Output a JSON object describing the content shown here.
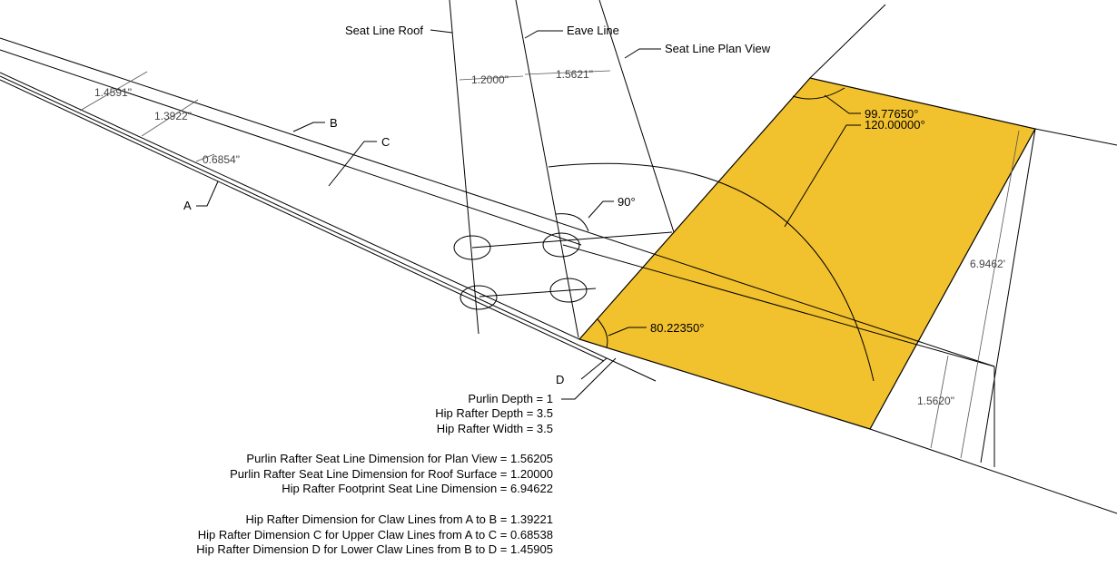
{
  "colors": {
    "face_fill": "#f2c12e",
    "line": "#000000",
    "dimension_text": "#444444"
  },
  "labels": {
    "seat_line_roof": "Seat Line Roof",
    "eave_line": "Eave Line",
    "seat_line_plan_view": "Seat Line Plan View",
    "a": "A",
    "b": "B",
    "c": "C",
    "d": "D"
  },
  "dimensions": {
    "roof_seat": "1.2000\"",
    "plan_seat": "1.5621\"",
    "b_to_d": "1.4591\"",
    "a_to_b": "1.3922\"",
    "a_to_c": "0.6854\"",
    "footprint": "6.9462'",
    "lower_offset": "1.5620\""
  },
  "angles": {
    "right_angle": "90°",
    "top_corner": "99.77650°",
    "edge_angle": "120.00000°",
    "bottom_corner": "80.22350°"
  },
  "notes": {
    "group1": [
      "Purlin Depth = 1",
      "Hip Rafter Depth = 3.5",
      "Hip Rafter Width = 3.5"
    ],
    "group2": [
      "Purlin Rafter Seat Line Dimension for Plan View = 1.56205",
      "Purlin Rafter Seat Line Dimension for Roof Surface = 1.20000",
      "Hip Rafter Footprint Seat Line Dimension = 6.94622"
    ],
    "group3": [
      "Hip Rafter Dimension for Claw Lines from A to B = 1.39221",
      "Hip Rafter Dimension C for Upper Claw Lines from A to C = 0.68538",
      "Hip Rafter Dimension D for Lower Claw Lines from B to D = 1.45905"
    ]
  }
}
